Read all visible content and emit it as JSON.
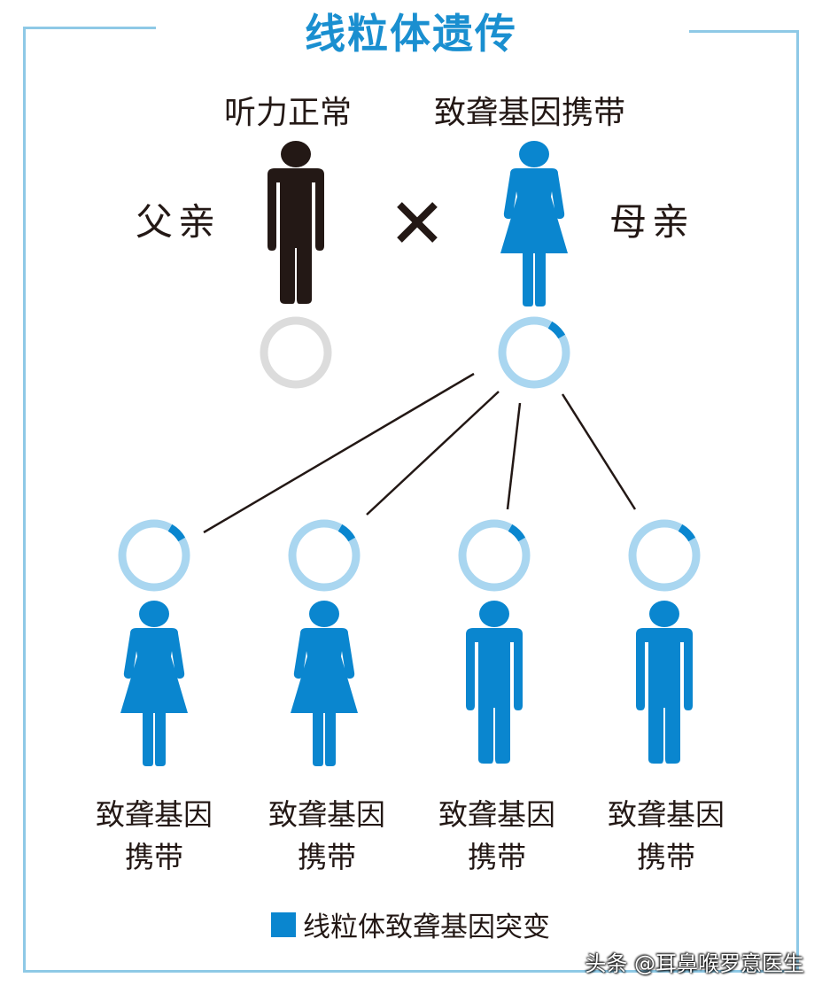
{
  "title": "线粒体遗传",
  "father": {
    "status": "听力正常",
    "role": "父亲"
  },
  "mother": {
    "status": "致聋基因携带",
    "role": "母亲"
  },
  "cross_symbol": "×",
  "children": [
    {
      "line1": "致聋基因",
      "line2": "携带",
      "sex": "female"
    },
    {
      "line1": "致聋基因",
      "line2": "携带",
      "sex": "female"
    },
    {
      "line1": "致聋基因",
      "line2": "携带",
      "sex": "male"
    },
    {
      "line1": "致聋基因",
      "line2": "携带",
      "sex": "male"
    }
  ],
  "legend": {
    "label": "线粒体致聋基因突变",
    "color": "#0a86cf"
  },
  "colors": {
    "title": "#1a8fd0",
    "frame": "#8ec9e6",
    "mutation": "#0a86cf",
    "normal_ring": "#dcdcdc",
    "carrier_ring": "#a9d6f0",
    "father_figure": "#231815"
  },
  "watermark": "头条 @耳鼻喉罗意医生"
}
